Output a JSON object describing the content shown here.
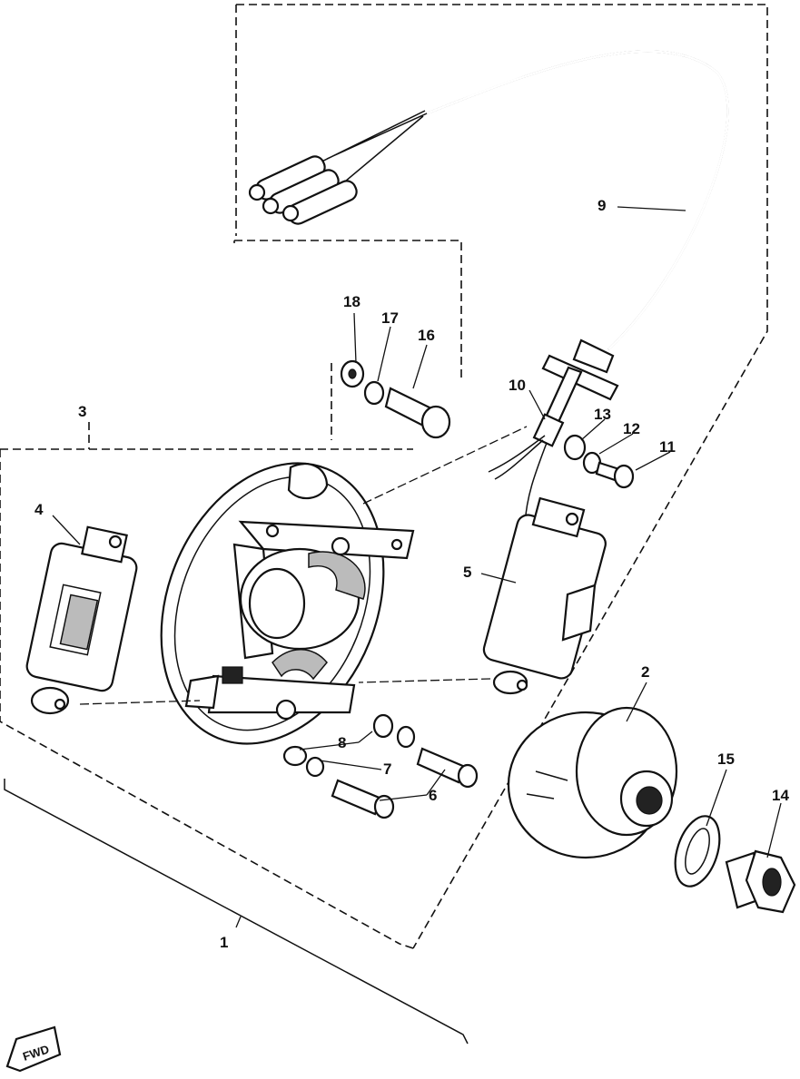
{
  "callouts": {
    "c1": "1",
    "c2": "2",
    "c3": "3",
    "c4": "4",
    "c5": "5",
    "c6": "6",
    "c7": "7",
    "c8": "8",
    "c9": "9",
    "c10": "10",
    "c11": "11",
    "c12": "12",
    "c13": "13",
    "c14": "14",
    "c15": "15",
    "c16": "16",
    "c17": "17",
    "c18": "18"
  },
  "direction_badge": "FWD",
  "colors": {
    "line": "#111111",
    "background": "#ffffff",
    "shade": "#bbbbbb"
  }
}
